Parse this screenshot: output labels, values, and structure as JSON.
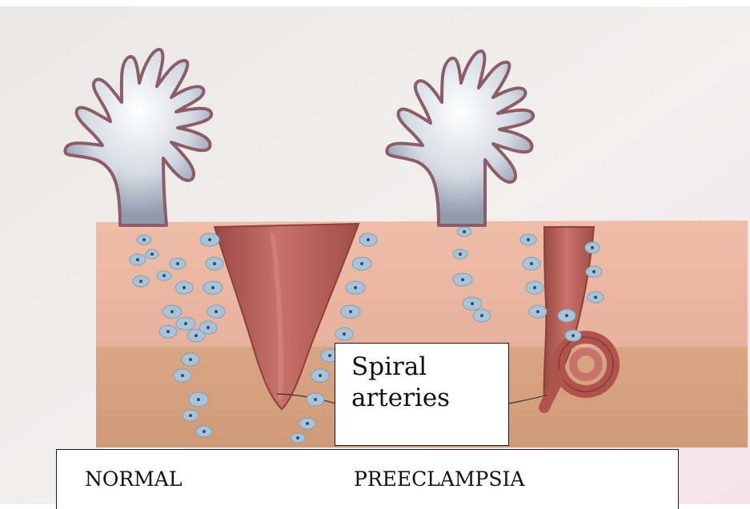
{
  "labels": {
    "spiral_line1": "Spiral",
    "spiral_line2": "arteries",
    "normal": "NORMAL",
    "preeclampsia": "PREECLAMPSIA"
  },
  "colors": {
    "background": "#f4f1f0",
    "decidua": "#e9b7a2",
    "myometrium": "#d7a27d",
    "artery": "#b0534d",
    "trophoblast": "#a9c4d8",
    "villi": "#9aa3b4",
    "villi_edge": "#8c5d69"
  }
}
